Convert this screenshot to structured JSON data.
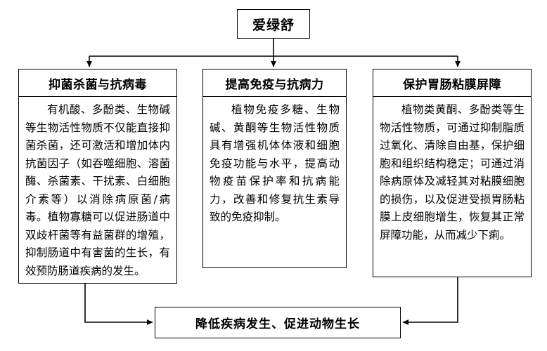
{
  "diagram": {
    "type": "flowchart",
    "root": {
      "label": "爱绿舒"
    },
    "branches": [
      {
        "title": "抑菌杀菌与抗病毒",
        "body": "有机酸、多酚类、生物碱等生物活性物质不仅能直接抑菌杀菌，还可激活和增加体内抗菌因子（如吞噬细胞、溶菌酶、杀菌素、干扰素、白细胞介素等）以消除病原菌/病毒。植物寡糖可以促进肠道中双歧杆菌等有益菌群的增殖，抑制肠道中有害菌的生长，有效预防肠道疾病的发生。"
      },
      {
        "title": "提高免疫与抗病力",
        "body": "植物免疫多糖、生物碱、黄酮等生物活性物质具有增强机体体液和细胞免疫功能与水平，提高动物疫苗保护率和抗病能力，改善和修复抗生素导致的免疫抑制。"
      },
      {
        "title": "保护胃肠粘膜屏障",
        "body": "植物类黄酮、多酚类等生物活性物质，可通过抑制脂质过氧化、清除自由基，保护细胞和组织结构稳定；可通过消除病原体及减轻其对粘膜细胞的损伤，以及促进受损胃肠粘膜上皮细胞增生，恢复其正常屏障功能，从而减少下痢。"
      }
    ],
    "outcome": {
      "label": "降低疾病发生、促进动物生长"
    },
    "colors": {
      "background": "#ffffff",
      "border": "#000000",
      "text": "#000000",
      "connector": "#000000"
    }
  }
}
